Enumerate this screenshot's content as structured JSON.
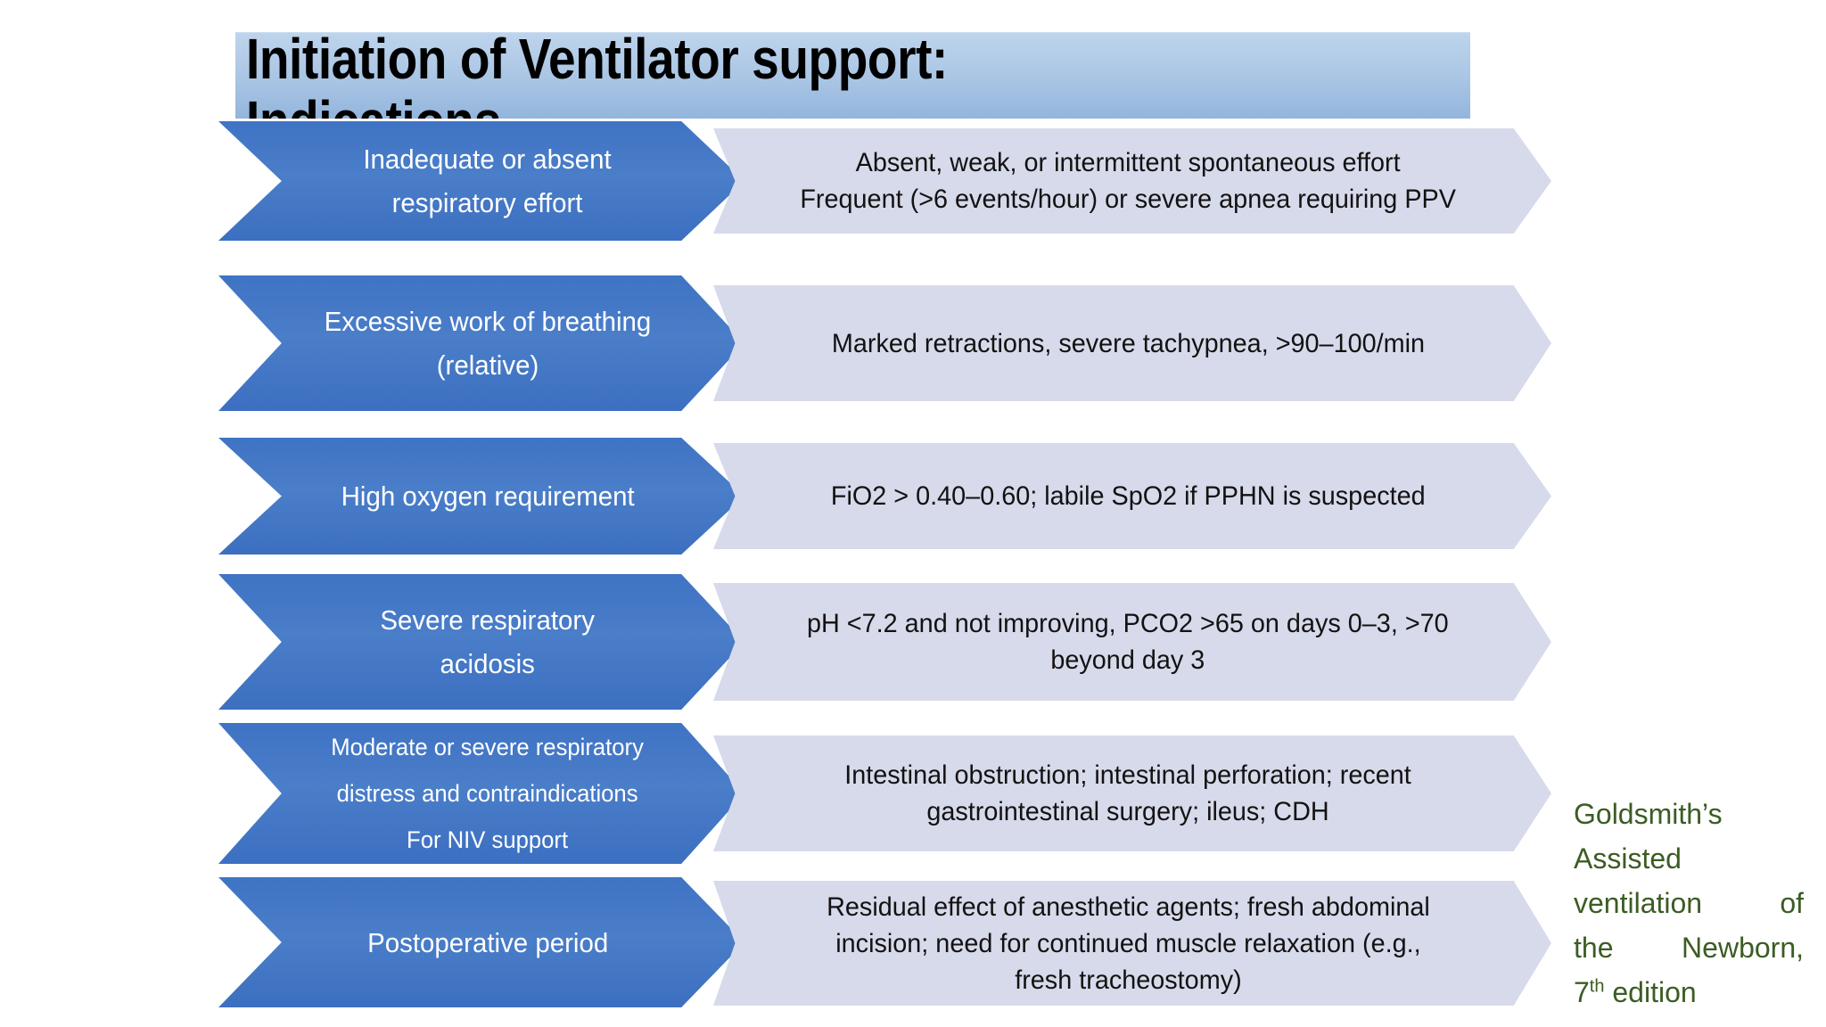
{
  "slide": {
    "title_line1": "Initiation of Ventilator support:",
    "title_line2": "Indications",
    "title_full": "Initiation of Ventilator support:\nIndications",
    "accent_blue": "#4a7ec9",
    "title_band_blue": "#a9c5e4",
    "panel_lavender": "#d7daea",
    "citation_green": "#3c5c23",
    "background": "#ffffff"
  },
  "rows": [
    {
      "indication": "Inadequate or absent\nrespiratory effort",
      "detail": "Absent, weak, or intermittent spontaneous effort\nFrequent (>6 events/hour) or severe apnea requiring PPV"
    },
    {
      "indication": "Excessive work of breathing\n(relative)",
      "detail": "Marked retractions, severe tachypnea, >90–100/min"
    },
    {
      "indication": "High oxygen requirement",
      "detail": "FiO2 > 0.40–0.60; labile SpO2 if PPHN is suspected"
    },
    {
      "indication": "Severe respiratory\nacidosis",
      "detail": "pH <7.2 and not improving, PCO2 >65 on days 0–3, >70\nbeyond day 3"
    },
    {
      "indication": "Moderate or severe respiratory\ndistress and contraindications\nFor NIV support",
      "detail": "Intestinal obstruction; intestinal perforation; recent\ngastrointestinal surgery; ileus; CDH"
    },
    {
      "indication": "Postoperative period",
      "detail": "Residual effect of anesthetic agents; fresh abdominal\nincision; need for continued muscle relaxation (e.g.,\nfresh tracheostomy)"
    }
  ],
  "citation": {
    "line1": "Goldsmith’s",
    "line2": "Assisted",
    "line3": "ventilation of",
    "line4": "the Newborn,",
    "line5_number": "7",
    "line5_ordinal": "th",
    "line5_rest": " edition",
    "full": "Goldsmith’s Assisted ventilation of the Newborn, 7th edition"
  }
}
